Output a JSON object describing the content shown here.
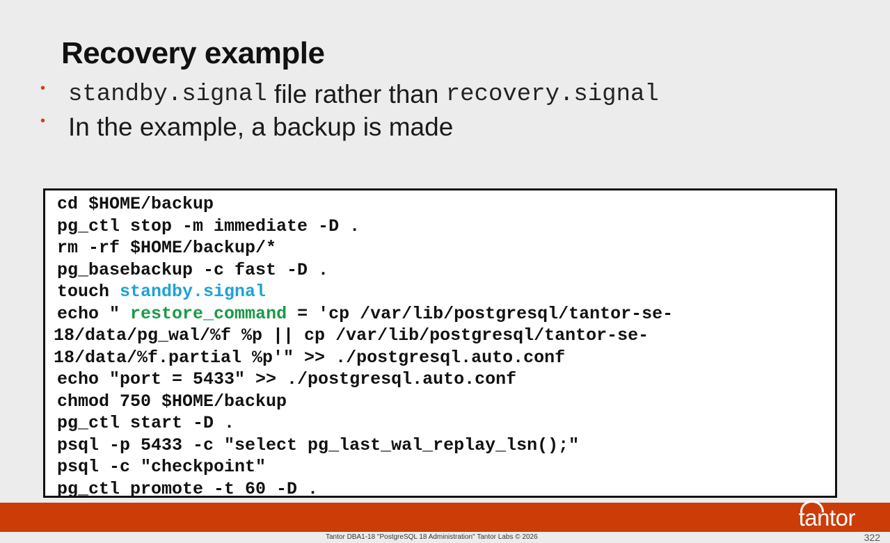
{
  "slide": {
    "title": "Recovery example",
    "bullets": [
      {
        "parts": [
          {
            "text": "standby.signal",
            "mono": true
          },
          {
            "text": " file rather than ",
            "mono": false
          },
          {
            "text": "recovery.signal",
            "mono": true
          }
        ]
      },
      {
        "parts": [
          {
            "text": "In the example, a backup is made",
            "mono": false
          }
        ]
      }
    ]
  },
  "code": {
    "lines": [
      {
        "wrap": false,
        "segments": [
          {
            "text": "cd $HOME/backup"
          }
        ]
      },
      {
        "wrap": false,
        "segments": [
          {
            "text": "pg_ctl stop -m immediate -D ."
          }
        ]
      },
      {
        "wrap": false,
        "segments": [
          {
            "text": "rm -rf $HOME/backup/*"
          }
        ]
      },
      {
        "wrap": false,
        "segments": [
          {
            "text": "pg_basebackup -c fast -D ."
          }
        ]
      },
      {
        "wrap": false,
        "segments": [
          {
            "text": "touch "
          },
          {
            "text": "standby.signal",
            "color": "blue"
          }
        ]
      },
      {
        "wrap": false,
        "segments": [
          {
            "text": "echo \" "
          },
          {
            "text": "restore_command",
            "color": "green"
          },
          {
            "text": " = 'cp /var/lib/postgresql/tantor-se-"
          }
        ]
      },
      {
        "wrap": true,
        "segments": [
          {
            "text": "18/data/pg_wal/%f %p || cp /var/lib/postgresql/tantor-se-"
          }
        ]
      },
      {
        "wrap": true,
        "segments": [
          {
            "text": "18/data/%f.partial %p'\" >> ./postgresql.auto.conf"
          }
        ]
      },
      {
        "wrap": false,
        "segments": [
          {
            "text": "echo \"port = 5433\" >> ./postgresql.auto.conf"
          }
        ]
      },
      {
        "wrap": false,
        "segments": [
          {
            "text": "chmod 750 $HOME/backup"
          }
        ]
      },
      {
        "wrap": false,
        "segments": [
          {
            "text": "pg_ctl start -D ."
          }
        ]
      },
      {
        "wrap": false,
        "segments": [
          {
            "text": "psql -p 5433 -c \"select pg_last_wal_replay_lsn();\""
          }
        ]
      },
      {
        "wrap": false,
        "segments": [
          {
            "text": "psql -c \"checkpoint\""
          }
        ]
      },
      {
        "wrap": false,
        "segments": [
          {
            "text": "pg_ctl promote -t 60 -D ."
          }
        ]
      }
    ]
  },
  "colors": {
    "accent": "#cc3c07",
    "highlight_blue": "#1ea2d8",
    "highlight_green": "#1a9a48"
  },
  "footer": {
    "logo": "tantor",
    "text": "Tantor DBA1-18 \"PostgreSQL 18 Administration\" Tantor Labs © 2026",
    "page_number": "322"
  }
}
